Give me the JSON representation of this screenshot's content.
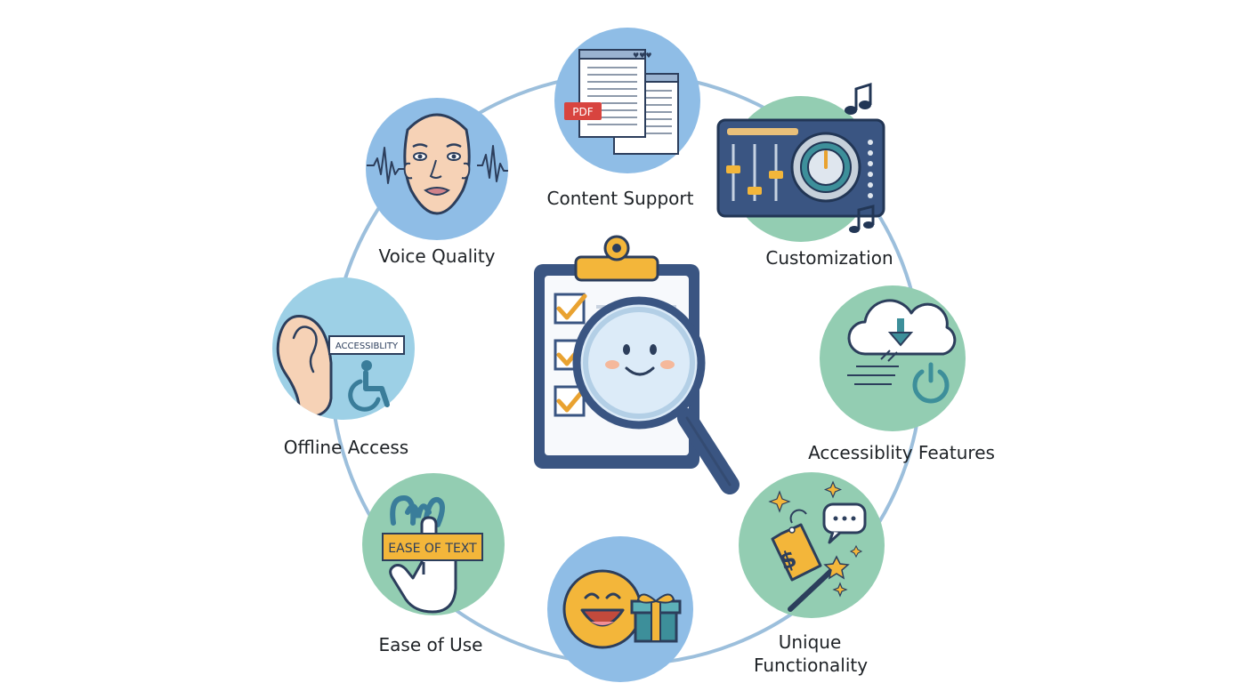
{
  "colors": {
    "ring": "#9cbfdc",
    "blue_circle": "#8fbde6",
    "light_blue_circle": "#9dd0e6",
    "green_circle": "#93cdb2",
    "navy": "#3a5582",
    "gold": "#f3b63a",
    "teal": "#3d8f9a",
    "red": "#d8443f",
    "skin": "#f6d2b6"
  },
  "nodes": {
    "content_support": {
      "label": "Content Support",
      "icon": "pdf-document-icon",
      "badge": "PDF"
    },
    "customization": {
      "label": "Customization",
      "icon": "audio-mixer-icon"
    },
    "accessibility_features": {
      "label": "Accessiblity Features",
      "icon": "cloud-download-icon"
    },
    "unique_functionality": {
      "line1": "Unique",
      "line2": "Functionality",
      "icon": "price-tag-icon"
    },
    "emoji_gift": {
      "icon": "smiley-gift-icon"
    },
    "ease_of_use": {
      "label": "Ease of Use",
      "icon": "tap-hand-icon",
      "banner": "EASE OF TEXT"
    },
    "offline_access": {
      "label": "Offline Access",
      "icon": "ear-icon",
      "banner": "ACCESSIBLITY"
    },
    "voice_quality": {
      "label": "Voice Quality",
      "icon": "face-waveform-icon"
    }
  },
  "center": {
    "icon": "clipboard-magnifier-icon"
  }
}
